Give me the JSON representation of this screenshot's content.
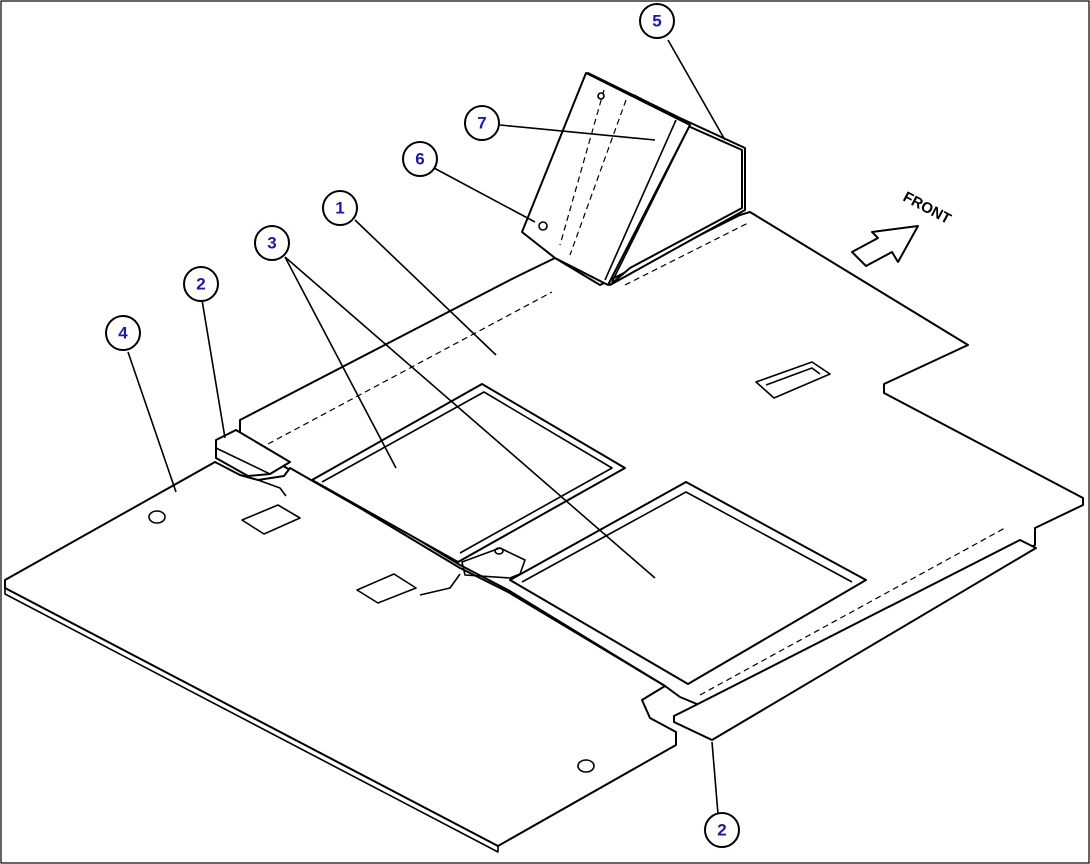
{
  "direction_label": "FRONT",
  "callout_color": "#1a1aa6",
  "callouts": [
    "1",
    "2",
    "3",
    "4",
    "5",
    "6",
    "7"
  ]
}
